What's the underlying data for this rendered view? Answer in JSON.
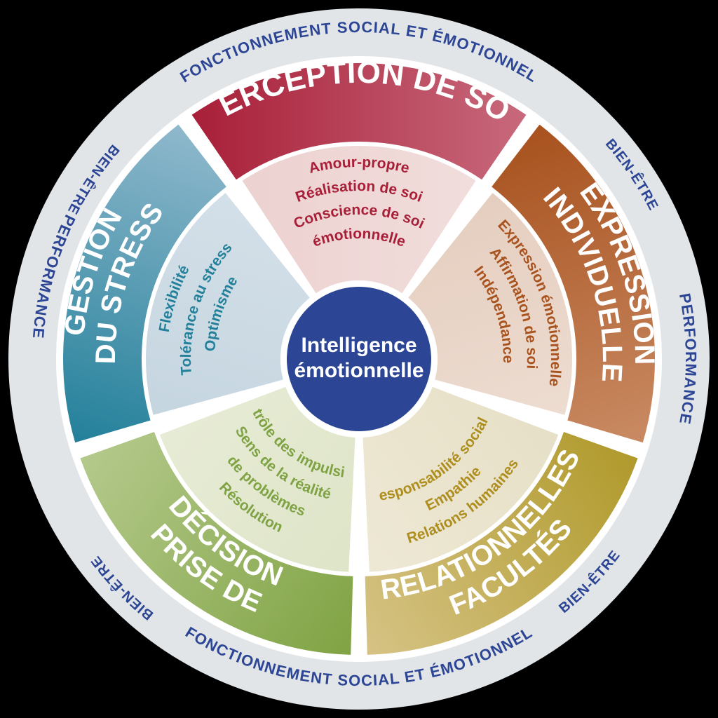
{
  "diagram": {
    "title": "Intelligence émotionnelle",
    "center": {
      "line1": "Intelligence",
      "line2": "émotionnelle",
      "color": "#2C4595"
    },
    "outer_ring": {
      "background": "#E2E5E8",
      "text_color": "#2C4595",
      "labels": [
        {
          "name": "top",
          "text": "FONCTIONNEMENT SOCIAL ET ÉMOTIONNEL"
        },
        {
          "name": "bottom",
          "text": "FONCTIONNEMENT SOCIAL ET ÉMOTIONNEL"
        },
        {
          "name": "left",
          "text": "PERFORMANCE"
        },
        {
          "name": "right",
          "text": "PERFORMANCE"
        },
        {
          "name": "upper-left",
          "text": "BIEN-ÊTRE"
        },
        {
          "name": "upper-right",
          "text": "BIEN-ÊTRE"
        },
        {
          "name": "lower-left",
          "text": "BIEN-ÊTRE"
        },
        {
          "name": "lower-right",
          "text": "BIEN-ÊTRE"
        }
      ]
    },
    "sectors": [
      {
        "id": "perception-de-soi",
        "title": "PERCEPTION DE SOI",
        "title_lines": [
          "PERCEPTION DE SOI"
        ],
        "outer_color": "#A81F38",
        "outer_color_light": "#C8697C",
        "inner_color": "#EBCFCE",
        "inner_color_light": "#F2E0DE",
        "text_color": "#A81F38",
        "items": [
          "Amour-propre",
          "Réalisation de soi",
          "Conscience de soi",
          "émotionnelle"
        ]
      },
      {
        "id": "expression-individuelle",
        "title": "EXPRESSION INDIVIDUELLE",
        "title_lines": [
          "EXPRESSION",
          "INDIVIDUELLE"
        ],
        "outer_color": "#A8521E",
        "outer_color_light": "#C98A63",
        "inner_color": "#E3CBBC",
        "inner_color_light": "#EFDFD4",
        "text_color": "#A8521E",
        "items": [
          "Expression émotionnelle",
          "Affirmation de soi",
          "Indépendance"
        ]
      },
      {
        "id": "facultes-relationnelles",
        "title": "FACULTÉS RELATIONNELLES",
        "title_lines": [
          "FACULTÉS",
          "RELATIONNELLES"
        ],
        "outer_color": "#B09A2C",
        "outer_color_light": "#D6C385",
        "inner_color": "#E5DEC4",
        "inner_color_light": "#EFEAD8",
        "text_color": "#AD8E1E",
        "items": [
          "Relations humaines",
          "Empathie",
          "Responsabilité sociale"
        ]
      },
      {
        "id": "prise-de-decision",
        "title": "PRISE DE DÉCISION",
        "title_lines": [
          "PRISE DE",
          "DÉCISION"
        ],
        "outer_color": "#80A343",
        "outer_color_light": "#B4C98C",
        "inner_color": "#DCE3C4",
        "inner_color_light": "#E9EDD9",
        "text_color": "#7FA344",
        "items": [
          "Résolution",
          "de problèmes",
          "Sens de la réalité",
          "Contrôle des impulsions"
        ]
      },
      {
        "id": "gestion-du-stress",
        "title": "GESTION DU STRESS",
        "title_lines": [
          "GESTION",
          "DU STRESS"
        ],
        "outer_color": "#23809A",
        "outer_color_light": "#8FB8CC",
        "inner_color": "#C2D3DE",
        "inner_color_light": "#D7E2EA",
        "text_color": "#23809A",
        "items": [
          "Flexibilité",
          "Tolérance au stress",
          "Optimisme"
        ]
      }
    ]
  }
}
